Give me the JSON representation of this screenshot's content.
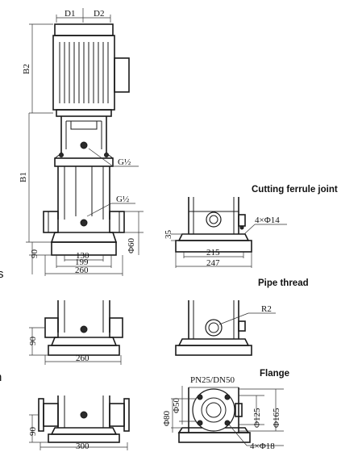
{
  "labels": {
    "d1": "D1",
    "d2": "D2",
    "b2": "B2",
    "b1": "B1",
    "g_upper": "G½",
    "g_lower": "G½",
    "h90_a": "90",
    "phi60": "Φ60",
    "w130": "130",
    "w199": "199",
    "w260_a": "260",
    "h90_b": "90",
    "w260_b": "260",
    "h90_c": "90",
    "w300": "300",
    "h35": "35",
    "holes_a": "4×Φ14",
    "w215": "215",
    "w247": "247",
    "r2": "R2",
    "pn": "PN25/DN50",
    "phi50": "Φ50",
    "phi80": "Φ80",
    "phi125": "Φ125",
    "phi165": "Φ165",
    "holes_b": "4×Φ18"
  },
  "headings": {
    "cutting": "Cutting ferrule joint",
    "pipe": "Pipe thread",
    "flange": "Flange"
  },
  "edge": {
    "s": "s",
    "n": "n"
  }
}
